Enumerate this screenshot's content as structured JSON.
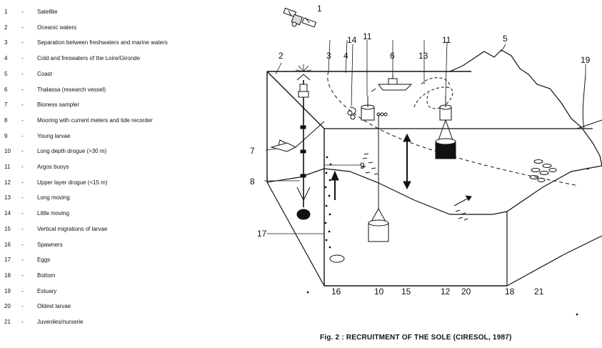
{
  "legend": [
    {
      "num": "1",
      "text": "Satellite"
    },
    {
      "num": "2",
      "text": "Oceanic waters"
    },
    {
      "num": "3",
      "text": "Separation between freshwaters and marine waters"
    },
    {
      "num": "4",
      "text": "Cold and freswaters of the Loire/Gironde"
    },
    {
      "num": "5",
      "text": "Coast"
    },
    {
      "num": "6",
      "text": "Thalassa (research vessel)"
    },
    {
      "num": "7",
      "text": "Bioness sampler"
    },
    {
      "num": "8",
      "text": "Mooring with current meters and tide recorder"
    },
    {
      "num": "9",
      "text": "Young larvae"
    },
    {
      "num": "10",
      "text": "Long depth drogue (>30 m)"
    },
    {
      "num": "11",
      "text": "Argos buoys"
    },
    {
      "num": "12",
      "text": "Upper layer drogue (<15 m)"
    },
    {
      "num": "13",
      "text": "Long moving"
    },
    {
      "num": "14",
      "text": "Little moving"
    },
    {
      "num": "15",
      "text": "Vertical migrations of larvae"
    },
    {
      "num": "16",
      "text": "Spawners"
    },
    {
      "num": "17",
      "text": "Eggs"
    },
    {
      "num": "18",
      "text": "Bottom"
    },
    {
      "num": "19",
      "text": "Estuary"
    },
    {
      "num": "20",
      "text": "Oldest larvae"
    },
    {
      "num": "21",
      "text": "Juveniles/nurserie"
    }
  ],
  "legend_dash": "-",
  "figure": {
    "caption": "Fig. 2 : RECRUITMENT OF THE SOLE (CIRESOL, 1987)",
    "labels": {
      "l1": "1",
      "l2": "2",
      "l3": "3",
      "l4": "4",
      "l5": "5",
      "l6": "6",
      "l7": "7",
      "l8": "8",
      "l9": "9",
      "l10": "10",
      "l11a": "11",
      "l11b": "11",
      "l12": "12",
      "l13": "13",
      "l14": "14",
      "l15": "15",
      "l16": "16",
      "l17": "17",
      "l18": "18",
      "l19": "19",
      "l20": "20",
      "l21": "21"
    }
  }
}
